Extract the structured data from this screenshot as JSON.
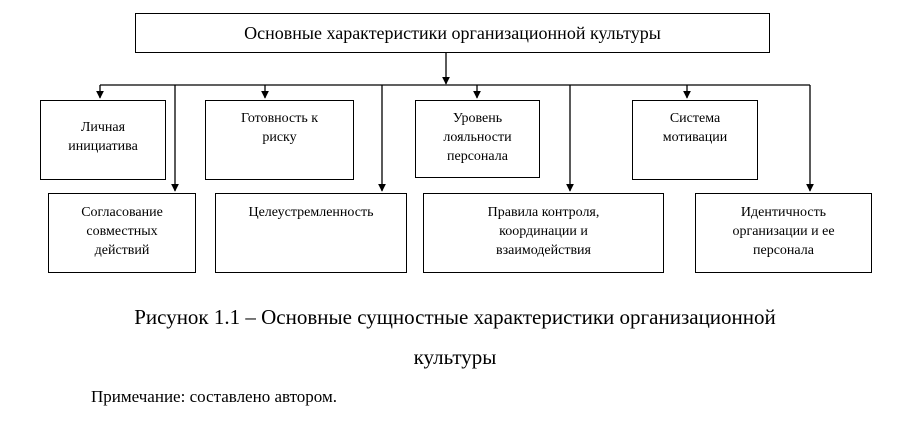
{
  "diagram": {
    "root": "Основные характеристики организационной культуры",
    "top_row": [
      "Личная\nинициатива",
      "Готовность к\nриску",
      "Уровень\nлояльности\nперсонала",
      "Система\nмотивации"
    ],
    "bottom_row": [
      "Согласование\nсовместных\nдействий",
      "Целеустремленность",
      "Правила контроля,\nкоординации и\nвзаимодействия",
      "Идентичность\nорганизации и ее\nперсонала"
    ]
  },
  "caption": {
    "line1": "Рисунок 1.1 – Основные сущностные характеристики организационной",
    "line2": "культуры"
  },
  "note": "Примечание: составлено автором."
}
